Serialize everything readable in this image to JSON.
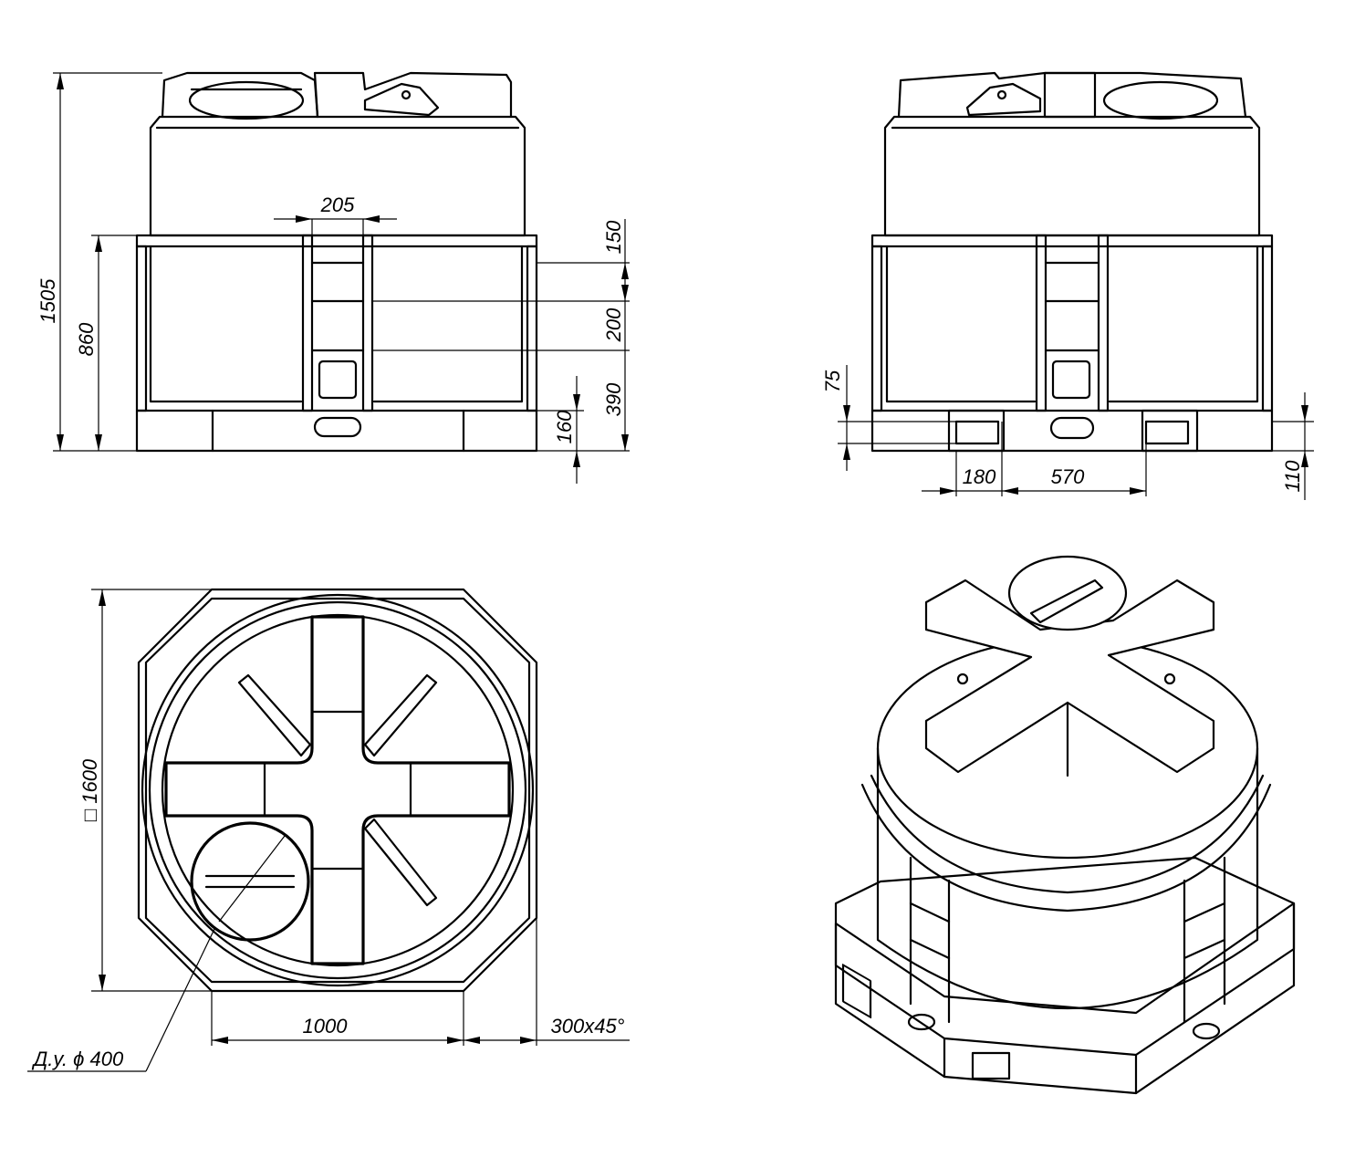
{
  "views": {
    "front": {
      "dim_height_total": "1505",
      "dim_frame_height": "860",
      "dim_gap_width": "205",
      "dim_top_rung": "150",
      "dim_mid_rung": "200",
      "dim_low_rung": "390",
      "dim_base": "160"
    },
    "side": {
      "dim_base_slot": "75",
      "dim_slot_width": "180",
      "dim_slot_spacing": "570",
      "dim_base_height": "110"
    },
    "plan": {
      "dim_square": "□ 1600",
      "dim_flat": "1000",
      "dim_chamfer": "300x45°",
      "dim_hatch": "Д.у. ϕ 400"
    }
  }
}
